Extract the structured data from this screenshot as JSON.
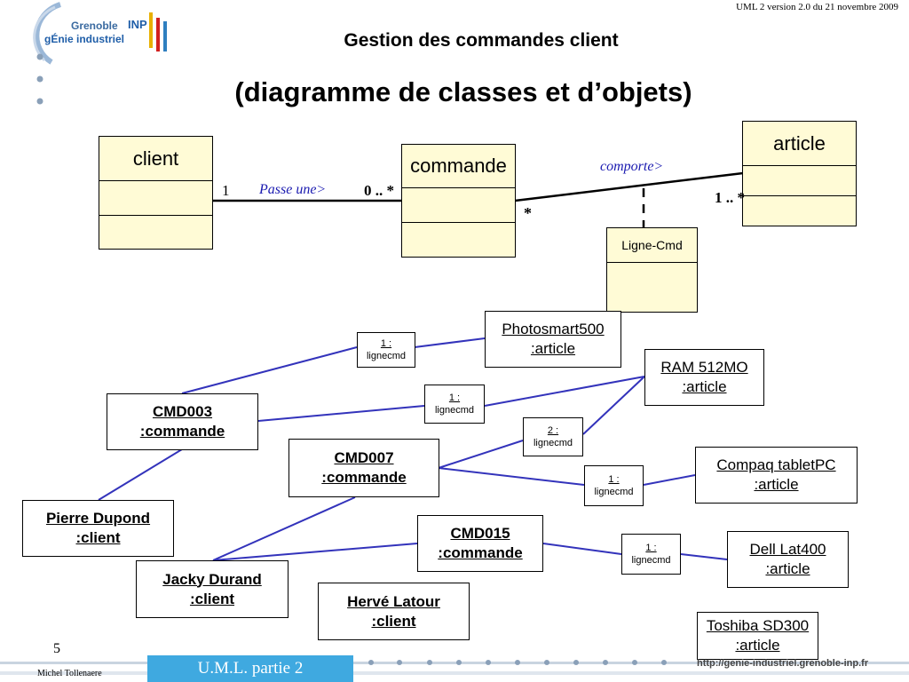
{
  "header": {
    "version": "UML 2 version 2.0  du  21 novembre 2009",
    "title": "Gestion des commandes client",
    "subtitle": "(diagramme de classes et d’objets)",
    "logo_text_top": "Grenoble",
    "logo_text_brand": "INP",
    "logo_text_bottom": "gÉnie industriel"
  },
  "classes": {
    "client": "client",
    "commande": "commande",
    "article": "article",
    "ligne_cmd": "Ligne-Cmd"
  },
  "associations": {
    "passe_une": "Passe une>",
    "mult_client": "1",
    "mult_commande": "0 .. *",
    "comporte": "comporte>",
    "mult_cmd_star": "*",
    "mult_article": "1 .. *"
  },
  "objects": {
    "photosmart": [
      "Photosmart500",
      ":article"
    ],
    "ram": [
      "RAM 512MO",
      ":article"
    ],
    "compaq": [
      "Compaq tabletPC",
      ":article"
    ],
    "dell": [
      "Dell Lat400",
      ":article"
    ],
    "toshiba": [
      "Toshiba SD300",
      ":article"
    ],
    "cmd003": [
      "CMD003",
      ":commande"
    ],
    "cmd007": [
      "CMD007",
      ":commande"
    ],
    "cmd015": [
      "CMD015",
      ":commande"
    ],
    "pierre": [
      "Pierre Dupond",
      ":client"
    ],
    "jacky": [
      "Jacky Durand",
      ":client"
    ],
    "herve": [
      "Hervé Latour",
      ":client"
    ]
  },
  "links": {
    "l1": [
      "1 :",
      "lignecmd"
    ],
    "l2": [
      "1 :",
      "lignecmd"
    ],
    "l3": [
      "2 :",
      "lignecmd"
    ],
    "l4": [
      "1 :",
      "lignecmd"
    ],
    "l5": [
      "1 :",
      "lignecmd"
    ]
  },
  "footer": {
    "page": "5",
    "author": "Michel Tollenaere",
    "tab": "U.M.L. partie 2",
    "url": "http://genie-industriel.grenoble-inp.fr"
  },
  "colors": {
    "class_fill": "#fffbd6",
    "link_line": "#3333bb",
    "assoc_label": "#1a1ab0",
    "brand_blue": "#3fa9e0"
  }
}
